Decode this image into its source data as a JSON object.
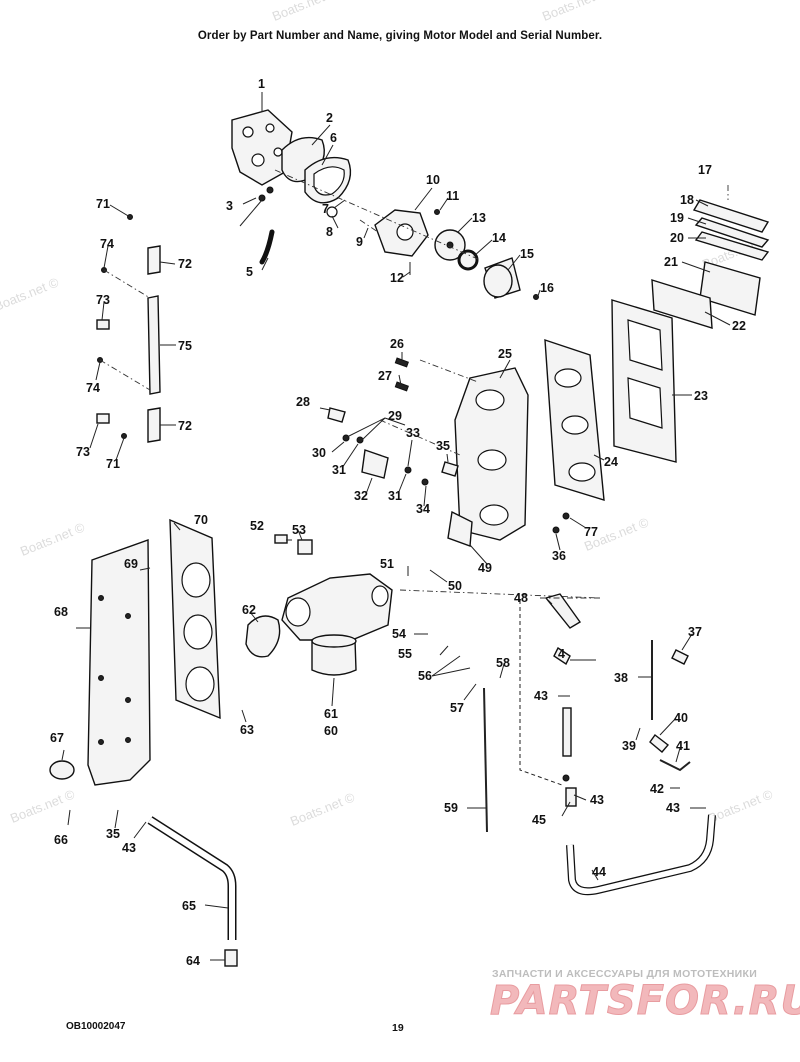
{
  "header": {
    "text": "Order by Part Number and Name, giving Motor Model and Serial Number."
  },
  "footer": {
    "doc_code": "OB10002047",
    "page_number": "19"
  },
  "watermark": {
    "text": "Boats.net ©"
  },
  "promo": {
    "caption": "ЗАПЧАСТИ И АКСЕССУАРЫ ДЛЯ МОТОТЕХНИКИ",
    "logo": "PARTSFOR.RU",
    "logo_color": "#e8878c"
  },
  "callouts": {
    "c1": "1",
    "c2": "2",
    "c3": "3",
    "c4": "4",
    "c5": "5",
    "c6": "6",
    "c7": "7",
    "c8": "8",
    "c9": "9",
    "c10": "10",
    "c11": "11",
    "c12": "12",
    "c13": "13",
    "c14": "14",
    "c15": "15",
    "c16": "16",
    "c17": "17",
    "c18": "18",
    "c19": "19",
    "c20": "20",
    "c21": "21",
    "c22": "22",
    "c23": "23",
    "c24": "24",
    "c25": "25",
    "c26": "26",
    "c27": "27",
    "c28": "28",
    "c29": "29",
    "c30": "30",
    "c31a": "31",
    "c31b": "31",
    "c32": "32",
    "c33": "33",
    "c34": "34",
    "c35a": "35",
    "c35b": "35",
    "c36": "36",
    "c37": "37",
    "c38": "38",
    "c39": "39",
    "c40": "40",
    "c41": "41",
    "c42": "42",
    "c43a": "43",
    "c43b": "43",
    "c43c": "43",
    "c43d": "43",
    "c44": "44",
    "c45": "45",
    "c48": "48",
    "c49": "49",
    "c50": "50",
    "c51": "51",
    "c52": "52",
    "c53": "53",
    "c54": "54",
    "c55": "55",
    "c56": "56",
    "c57": "57",
    "c58": "58",
    "c59": "59",
    "c61": "61",
    "c60": "60",
    "c62": "62",
    "c63": "63",
    "c64": "64",
    "c65": "65",
    "c66": "66",
    "c67": "67",
    "c68": "68",
    "c69": "69",
    "c70": "70",
    "c71a": "71",
    "c71b": "71",
    "c72a": "72",
    "c72b": "72",
    "c73a": "73",
    "c73b": "73",
    "c74a": "74",
    "c74b": "74",
    "c75": "75",
    "c77": "77"
  }
}
